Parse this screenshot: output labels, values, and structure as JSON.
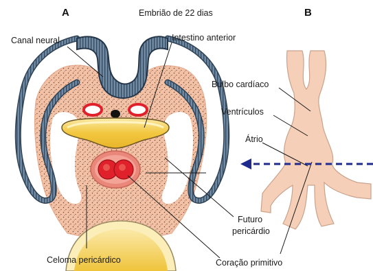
{
  "title": "Embrião de 22 dias",
  "panels": {
    "a": "A",
    "b": "B"
  },
  "labels": {
    "canal_neural": "Canal neural",
    "intestino_anterior": "Intestino anterior",
    "bulbo_cardiaco": "Bulbo cardíaco",
    "ventriculos": "Ventrículos",
    "atrio": "Átrio",
    "futuro_pericardio_line1": "Futuro",
    "futuro_pericardio_line2": "pericárdio",
    "celoma_pericardico": "Celoma pericárdico",
    "coracao_primitivo": "Coração primitivo"
  },
  "colors": {
    "neural_tube": "#5b7389",
    "neural_tube_dark": "#25364a",
    "mesoderm": "#f2c1a6",
    "mesoderm_dots": "#5a3a2a",
    "gut": "#f0c23a",
    "gut_light": "#fbe9a8",
    "heart": "#e0202a",
    "heart_ring": "#e8877a",
    "heart_tube_b": "#f6cfb8",
    "arrow": "#1e2a8c"
  }
}
